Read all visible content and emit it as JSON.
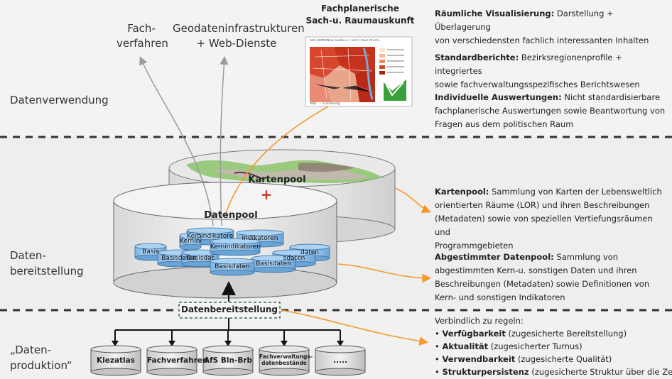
{
  "colors": {
    "arrow_orange": "#f39a2c",
    "arrow_gray": "#9a9a9a",
    "cyl_blue": "#8fc1ea",
    "cyl_blue_dark": "#5b94c6",
    "dash": "#333333"
  },
  "lanes": {
    "usage": "Datenverwendung",
    "provision_1": "Daten-",
    "provision_2": "bereitstellung",
    "production_1": "„Daten-",
    "production_2": "produktion“"
  },
  "top": {
    "fach_1": "Fach-",
    "fach_2": "verfahren",
    "geo_1": "Geodateninfrastrukturen",
    "geo_2": "+ Web-Dienste",
    "auskunft_1": "Fachplanerische",
    "auskunft_2": "Sach-u. Raumauskunft"
  },
  "pools": {
    "kartenpool": "Kartenpool",
    "plus": "+",
    "datenpool": "Datenpool",
    "stack": [
      "Kernindikatoren",
      "Indikatoren",
      "Kernindi",
      "Basisdaten",
      "Basisdat",
      "Basisdaten",
      "Basisdaten",
      "Basisdaten",
      "Basis",
      "sdaten",
      "daten"
    ]
  },
  "provision_box": "Datenbereitstellung",
  "sources": [
    {
      "label": "Kiezatlas"
    },
    {
      "label": "Fachverfahren"
    },
    {
      "label": "AfS Bln-Brb"
    },
    {
      "label": "Fachverwaltungs-\ndatenbestände"
    },
    {
      "label": "....."
    }
  ],
  "right": {
    "r1_title": "Räumliche Visualisierung:",
    "r1_a": "Darstellung + Überlagerung",
    "r1_b": "von verschiedensten fachlich interessanten Inhalten",
    "r2_title": "Standardberichte:",
    "r2_a": "Bezirksregionenprofile + integriertes",
    "r2_b": "sowie fachverwaltungsspezifisches Berichtswesen",
    "r3_title": "Individuelle Auswertungen:",
    "r3_a": "Nicht standardisierbare",
    "r3_b": "fachplanerische Auswertungen sowie Beantwortung von",
    "r3_c": "Fragen aus dem politischen Raum",
    "k_title": "Kartenpool:",
    "k_a": "Sammlung von Karten der Lebensweltlich",
    "k_b": "orientierten Räume (LOR) und ihren Beschreibungen",
    "k_c": "(Metadaten) sowie von speziellen Vertiefungsräumen und",
    "k_d": "Programmgebieten",
    "d_title": "Abgestimmter Datenpool:",
    "d_a": "Sammlung von",
    "d_b": "abgestimmten Kern-u. sonstigen Daten und ihren",
    "d_c": "Beschreibungen (Metadaten) sowie Definitionen von",
    "d_d": "Kern- und sonstigen Indikatoren",
    "reg_title": "Verbindlich zu regeln:",
    "bullets": [
      {
        "term": "Verfügbarkeit",
        "desc": "(zugesicherte Bereitstellung)"
      },
      {
        "term": "Aktualität",
        "desc": "(zugesicherter Turnus)"
      },
      {
        "term": "Verwendbarkeit",
        "desc": "(zugesicherte Qualität)"
      },
      {
        "term": "Strukturpersistenz",
        "desc": "(zugesicherte Struktur über die Zeit)"
      }
    ]
  },
  "map_thumb": {
    "title": "ABSTIMMUNGS GEBIETE / LOR / KIEZ-ATLAS",
    "footer": "Abb. - - Zuordnung"
  }
}
